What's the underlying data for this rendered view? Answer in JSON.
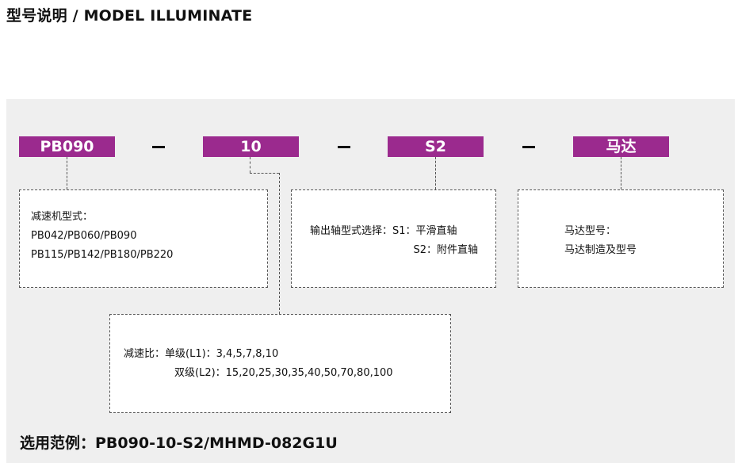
{
  "title": "型号说明 / MODEL ILLUMINATE",
  "codes": [
    "PB090",
    "10",
    "S2",
    "马达"
  ],
  "separators": [
    "-",
    "-",
    "-"
  ],
  "boxes": {
    "reducer": {
      "lines": [
        "减速机型式：",
        "PB042/PB060/PB090",
        "PB115/PB142/PB180/PB220"
      ]
    },
    "shaft": {
      "line1": "输出轴型式选择：S1：平滑直轴",
      "line2": "S2：附件直轴"
    },
    "motor": {
      "lines": [
        "马达型号：",
        "马达制造及型号"
      ]
    },
    "ratio": {
      "line1": "减速比：单级(L1)：3,4,5,7,8,10",
      "line2": "双级(L2)：15,20,25,30,35,40,50,70,80,100"
    }
  },
  "example": "选用范例：PB090-10-S2/MHMD-082G1U",
  "colors": {
    "code_bg": "#9b2a8e",
    "panel_bg": "#efefef"
  }
}
